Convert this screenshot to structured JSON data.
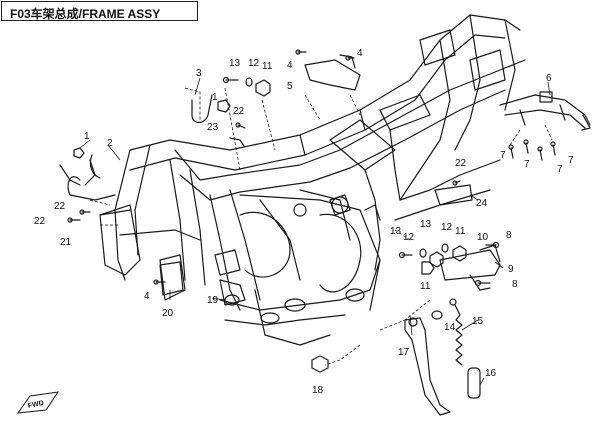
{
  "title": "F03车架总成/FRAME ASSY",
  "fwd_label": "FWD",
  "callouts": [
    {
      "id": "c1a",
      "text": "1"
    },
    {
      "id": "c2",
      "text": "2"
    },
    {
      "id": "c22a",
      "text": "22"
    },
    {
      "id": "c22b",
      "text": "22"
    },
    {
      "id": "c21",
      "text": "21"
    },
    {
      "id": "c3",
      "text": "3"
    },
    {
      "id": "c13a",
      "text": "13"
    },
    {
      "id": "c12a",
      "text": "12"
    },
    {
      "id": "c11a",
      "text": "11"
    },
    {
      "id": "c1b",
      "text": "1"
    },
    {
      "id": "c22c",
      "text": "22"
    },
    {
      "id": "c23",
      "text": "23"
    },
    {
      "id": "c4a",
      "text": "4"
    },
    {
      "id": "c5",
      "text": "5"
    },
    {
      "id": "c4b",
      "text": "4"
    },
    {
      "id": "c6",
      "text": "6"
    },
    {
      "id": "c7a",
      "text": "7"
    },
    {
      "id": "c7b",
      "text": "7"
    },
    {
      "id": "c7c",
      "text": "7"
    },
    {
      "id": "c7d",
      "text": "7"
    },
    {
      "id": "c22d",
      "text": "22"
    },
    {
      "id": "c24",
      "text": "24"
    },
    {
      "id": "c13b",
      "text": "13"
    },
    {
      "id": "c12b",
      "text": "12"
    },
    {
      "id": "c13c",
      "text": "13"
    },
    {
      "id": "c12c",
      "text": "12"
    },
    {
      "id": "c11b",
      "text": "11"
    },
    {
      "id": "c10",
      "text": "10"
    },
    {
      "id": "c8a",
      "text": "8"
    },
    {
      "id": "c9",
      "text": "9"
    },
    {
      "id": "c8b",
      "text": "8"
    },
    {
      "id": "c11c",
      "text": "11"
    },
    {
      "id": "c4c",
      "text": "4"
    },
    {
      "id": "c20",
      "text": "20"
    },
    {
      "id": "c19",
      "text": "19"
    },
    {
      "id": "c14",
      "text": "14"
    },
    {
      "id": "c15",
      "text": "15"
    },
    {
      "id": "c17",
      "text": "17"
    },
    {
      "id": "c16",
      "text": "16"
    },
    {
      "id": "c18",
      "text": "18"
    }
  ]
}
